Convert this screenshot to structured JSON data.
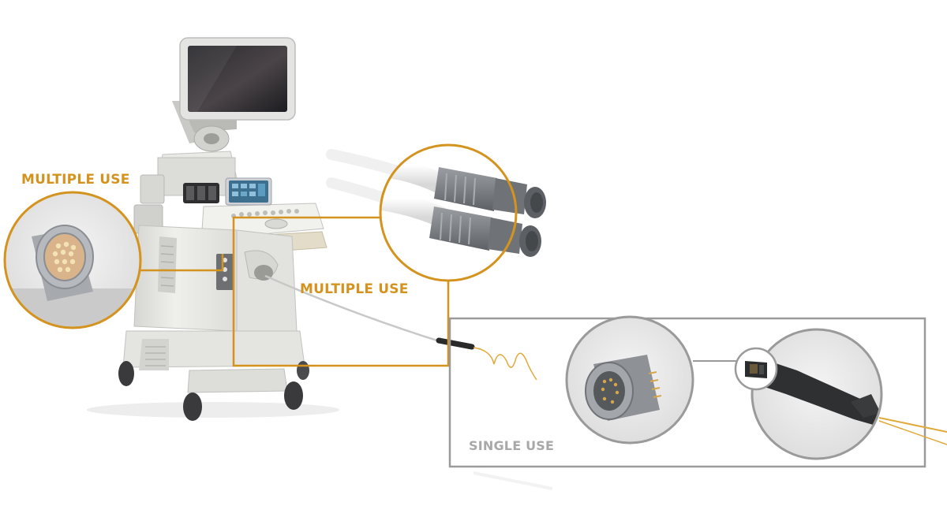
{
  "labels": {
    "multiple_use_left": "MULTIPLE USE",
    "multiple_use_center": "MULTIPLE USE",
    "single_use": "SINGLE USE"
  },
  "colors": {
    "accent_orange": "#d4931f",
    "frame_grey": "#9a9a9a",
    "label_grey": "#a8a8a8",
    "background": "#ffffff"
  },
  "illustration": {
    "main_device": "ultrasound-cart",
    "callouts": [
      "multi-pin-connector",
      "twin-cable-connectors",
      "single-use-connector",
      "catheter-handle"
    ]
  }
}
